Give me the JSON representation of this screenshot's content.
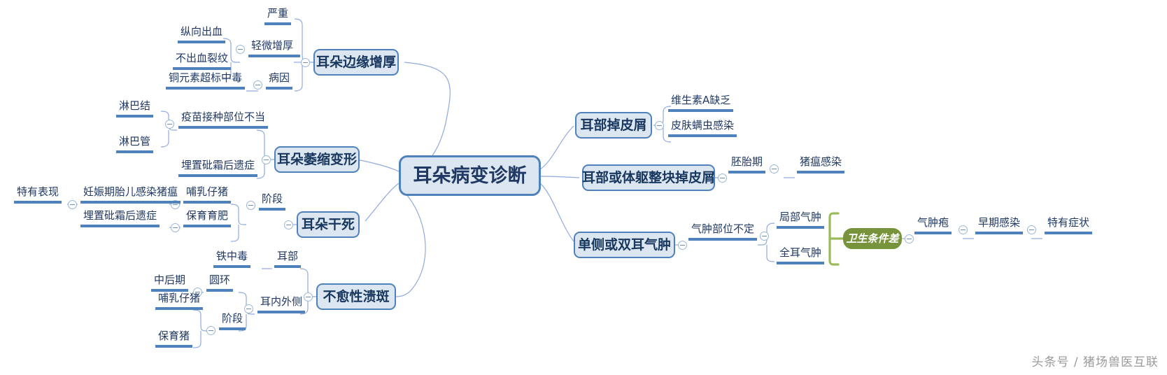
{
  "diagram": {
    "title": "耳朵病变诊断",
    "type": "mind-map",
    "root": {
      "label": "耳朵病变诊断"
    },
    "colors": {
      "node_fill": "#dce6f1",
      "node_border": "#4f81bd",
      "node_text": "#17375e",
      "branch_line": "#4f81bd",
      "green_fill": "#77933c",
      "green_text": "#ffffff",
      "watermark": "#9a9a9a"
    },
    "left_branches": [
      {
        "label": "耳朵边缘增厚",
        "children": [
          {
            "label": "严重",
            "children": []
          },
          {
            "label": "轻微增厚",
            "children": [
              {
                "label": "纵向出血"
              },
              {
                "label": "不出血裂纹"
              }
            ]
          },
          {
            "label": "病因",
            "children": [
              {
                "label": "铜元素超标中毒"
              }
            ]
          }
        ]
      },
      {
        "label": "耳朵萎缩变形",
        "children": [
          {
            "label": "疫苗接种部位不当",
            "children": [
              {
                "label": "淋巴结"
              },
              {
                "label": "淋巴管"
              }
            ]
          },
          {
            "label": "埋置砒霜后遗症",
            "children": []
          }
        ]
      },
      {
        "label": "耳朵干死",
        "children": [
          {
            "label": "阶段",
            "children": [
              {
                "label": "哺乳仔猪",
                "children": [
                  {
                    "label": "妊娠期胎儿感染猪瘟",
                    "children": [
                      {
                        "label": "特有表现"
                      }
                    ]
                  }
                ]
              },
              {
                "label": "保育育肥",
                "children": [
                  {
                    "label": "埋置砒霜后遗症"
                  }
                ]
              }
            ]
          }
        ]
      },
      {
        "label": "不愈性溃斑",
        "children": [
          {
            "label": "耳部",
            "children": [
              {
                "label": "铁中毒"
              }
            ]
          },
          {
            "label": "耳内外侧",
            "children": [
              {
                "label": "圆环",
                "children": [
                  {
                    "label": "中后期"
                  }
                ]
              },
              {
                "label": "阶段",
                "children": [
                  {
                    "label": "哺乳仔猪"
                  },
                  {
                    "label": "保育猪"
                  }
                ]
              }
            ]
          }
        ]
      }
    ],
    "right_branches": [
      {
        "label": "耳部掉皮屑",
        "children": [
          {
            "label": "维生素A缺乏"
          },
          {
            "label": "皮肤螨虫感染"
          }
        ]
      },
      {
        "label": "耳部或体躯整块掉皮屑",
        "children": [
          {
            "label": "胚胎期",
            "children": [
              {
                "label": "猪瘟感染"
              }
            ]
          }
        ]
      },
      {
        "label": "单侧或双耳气肿",
        "children": [
          {
            "label": "气肿部位不定",
            "children": [
              {
                "label": "局部气肿"
              },
              {
                "label": "全耳气肿"
              }
            ]
          }
        ]
      }
    ],
    "grouped_node": {
      "label": "卫生条件差",
      "groups": [
        "局部气肿",
        "全耳气肿"
      ],
      "children": [
        {
          "label": "气肿疱",
          "children": [
            {
              "label": "早期感染",
              "children": [
                {
                  "label": "特有症状"
                }
              ]
            }
          ]
        }
      ]
    },
    "watermark": "头条号 / 猪场兽医互联"
  }
}
